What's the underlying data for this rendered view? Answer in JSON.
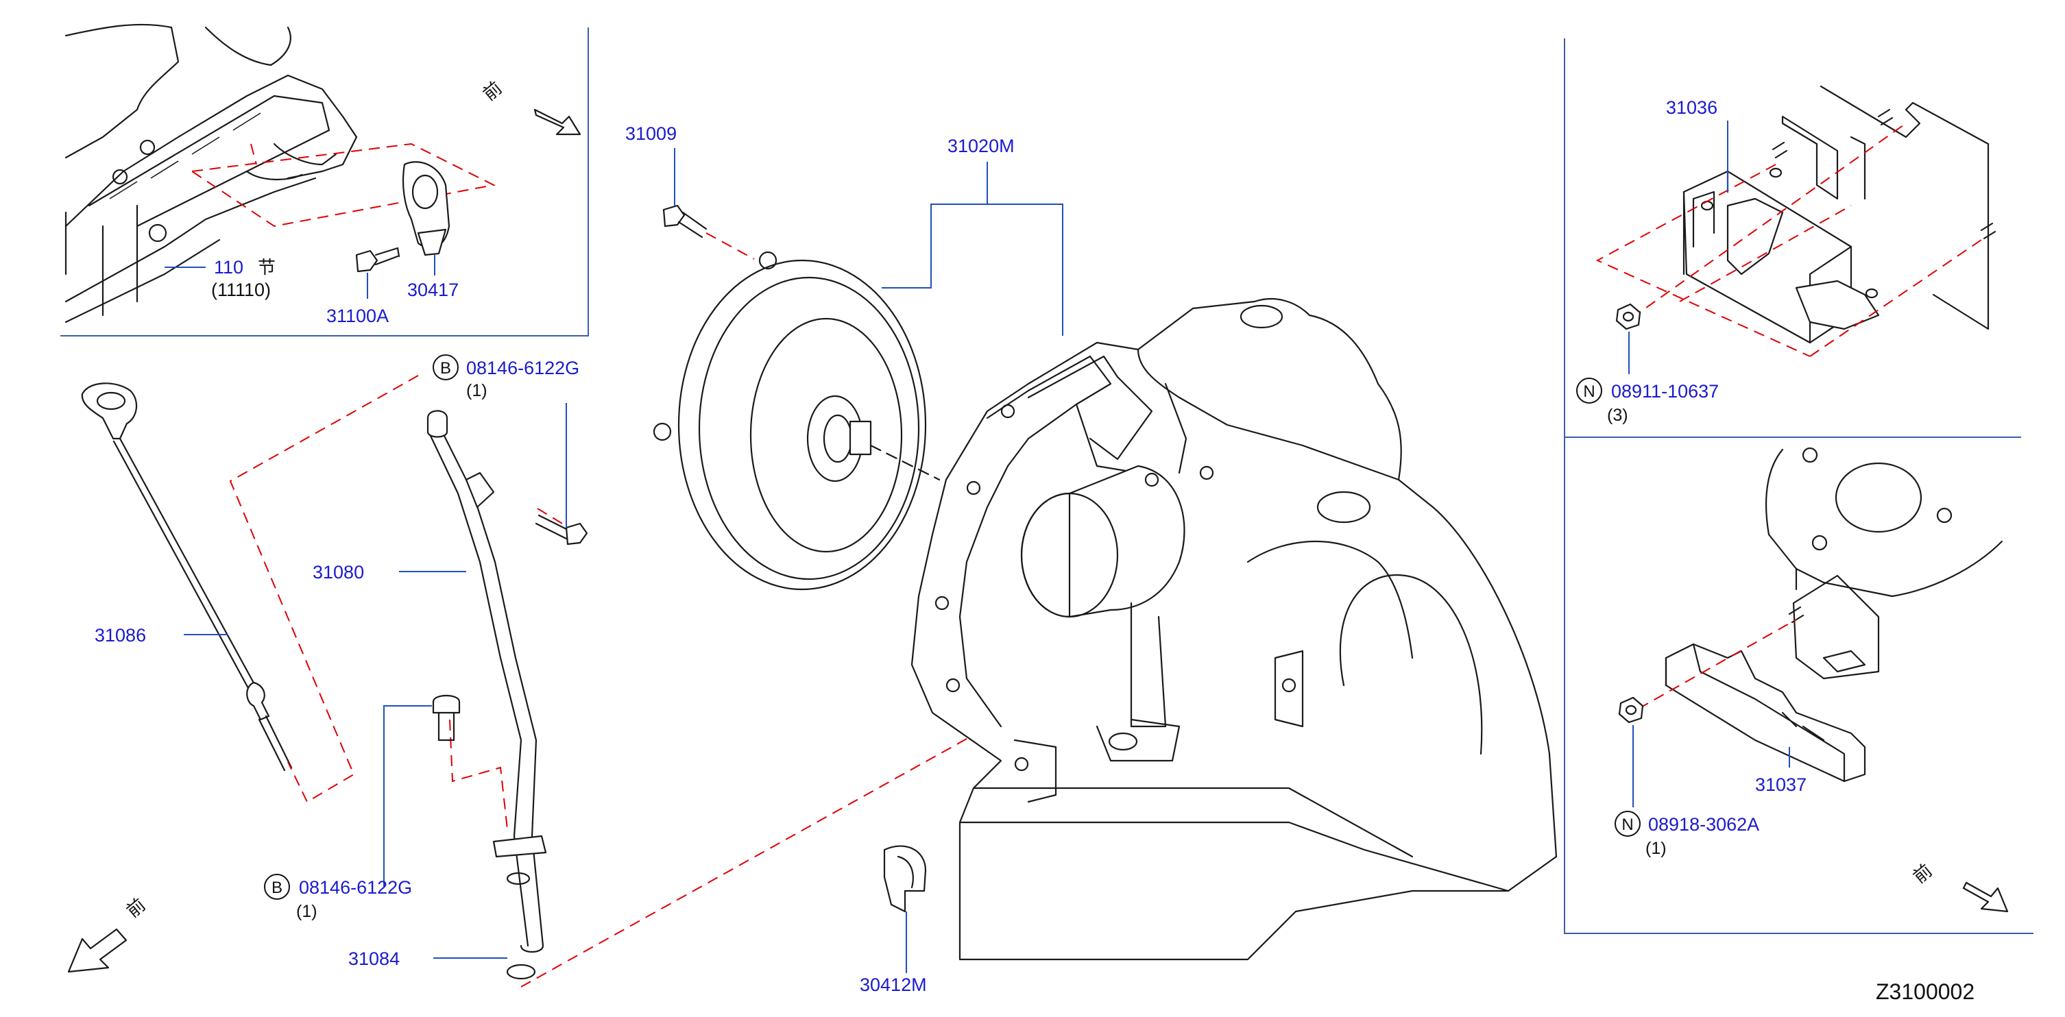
{
  "figure_code": "Z3100002",
  "front_mark": "前",
  "panel_top_left": {
    "ref_110": "110",
    "ref_110_mark": "节",
    "ref_11110": "(11110)",
    "part_31100A": "31100A",
    "part_30417": "30417"
  },
  "main": {
    "part_31009": "31009",
    "part_31020M": "31020M",
    "part_30412M": "30412M",
    "part_31086": "31086",
    "part_31080": "31080",
    "part_31084": "31084",
    "bolt_top": {
      "badge": "B",
      "part": "08146-6122G",
      "qty": "(1)"
    },
    "bolt_bottom": {
      "badge": "B",
      "part": "08146-6122G",
      "qty": "(1)"
    }
  },
  "panel_right_top": {
    "part_31036": "31036",
    "nut": {
      "badge": "N",
      "part": "08911-10637",
      "qty": "(3)"
    }
  },
  "panel_right_bottom": {
    "part_31037": "31037",
    "nut": {
      "badge": "N",
      "part": "08918-3062A",
      "qty": "(1)"
    }
  },
  "colors": {
    "part_number": "#1a1ad0",
    "leader": "#1f4fbf",
    "dashed_guide": "#e00000",
    "line_art": "#1a1a1a"
  }
}
